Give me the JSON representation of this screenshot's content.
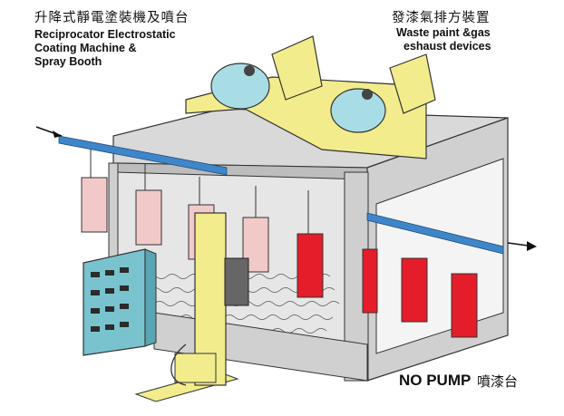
{
  "left_label": {
    "title_zh": "升降式靜電塗裝機及噴台",
    "line1": "Reciprocator Electrostatic",
    "line2": "Coating Machine &",
    "line3": "Spray Booth"
  },
  "right_label": {
    "title_zh": "發漆氣排方裝置",
    "line1": "Waste  paint &gas",
    "line2": "eshaust devices"
  },
  "bottom_label": {
    "en": "NO PUMP",
    "zh": "噴漆台"
  },
  "colors": {
    "booth_wall": "#d9d9d9",
    "booth_outline": "#333333",
    "duct_yellow": "#f2ec8c",
    "fan_cyan": "#a9dde6",
    "conveyor_blue": "#3f86c9",
    "part_pink": "#f2c9c9",
    "part_red": "#e51d2a",
    "control_panel": "#79c3cf",
    "machine_yellow": "#f2ec8c"
  }
}
